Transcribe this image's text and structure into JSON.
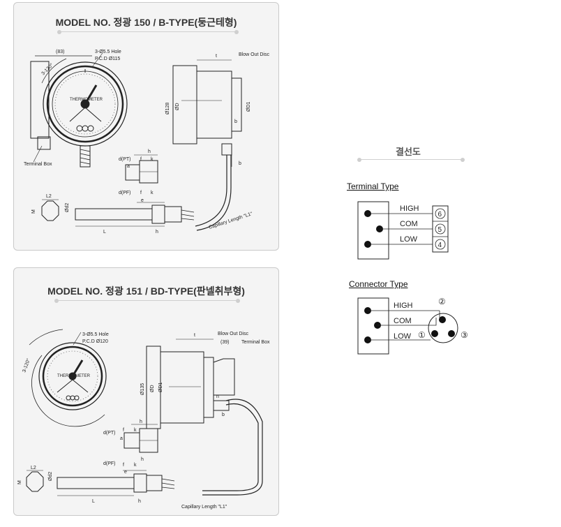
{
  "panel1": {
    "title": "MODEL NO. 정광 150 / B-TYPE(둥근테형)",
    "labels": {
      "dim83": "(83)",
      "hole": "3-Ø5.5 Hole",
      "pcd": "P.C.D Ø115",
      "angle": "3-120°",
      "thermometer": "THERMOMETER",
      "terminal_box": "Terminal Box",
      "t": "t",
      "blow_out": "Blow Out Disc",
      "d128": "Ø128",
      "dD": "ØD",
      "dD1": "ØD1",
      "b1": "b",
      "b2": "b",
      "dpt": "d(PT)",
      "dpf": "d(PF)",
      "h1": "h",
      "f1": "f",
      "k1": "k",
      "a1": "a",
      "h2": "h",
      "f2": "f",
      "k2": "k",
      "e2": "e",
      "L2": "L2",
      "M": "M",
      "d2": "Ød2",
      "L": "L",
      "h3": "h",
      "capillary": "Capillary Length \"L1\""
    }
  },
  "panel2": {
    "title": "MODEL NO. 정광 151 / BD-TYPE(판넬취부형)",
    "labels": {
      "hole": "3-Ø5.5 Hole",
      "pcd": "P.C.D Ø120",
      "angle": "3-120°",
      "thermometer": "THERMOMETER",
      "t": "t",
      "blow_out": "Blow Out Disc",
      "dim39": "(39)",
      "terminal_box": "Terminal Box",
      "d135": "Ø135",
      "dD": "ØD",
      "dD1": "ØD1",
      "n": "n",
      "b": "b",
      "dpt": "d(PT)",
      "dpf": "d(PF)",
      "h1": "h",
      "f1": "f",
      "k1": "k",
      "a1": "a",
      "h2": "h",
      "f2": "f",
      "k2": "k",
      "e2": "e",
      "L2": "L2",
      "M": "M",
      "d2": "Ød2",
      "L": "L",
      "h3": "h",
      "capillary": "Capillary Length \"L1\""
    }
  },
  "wiring": {
    "title": "결선도",
    "terminal": {
      "title": "Terminal Type",
      "rows": [
        {
          "label": "HIGH",
          "num": "6"
        },
        {
          "label": "COM",
          "num": "5"
        },
        {
          "label": "LOW",
          "num": "4"
        }
      ]
    },
    "connector": {
      "title": "Connector Type",
      "labels": {
        "high": "HIGH",
        "com": "COM",
        "low": "LOW"
      },
      "pins": {
        "p1": "①",
        "p2": "②",
        "p3": "③"
      }
    }
  }
}
